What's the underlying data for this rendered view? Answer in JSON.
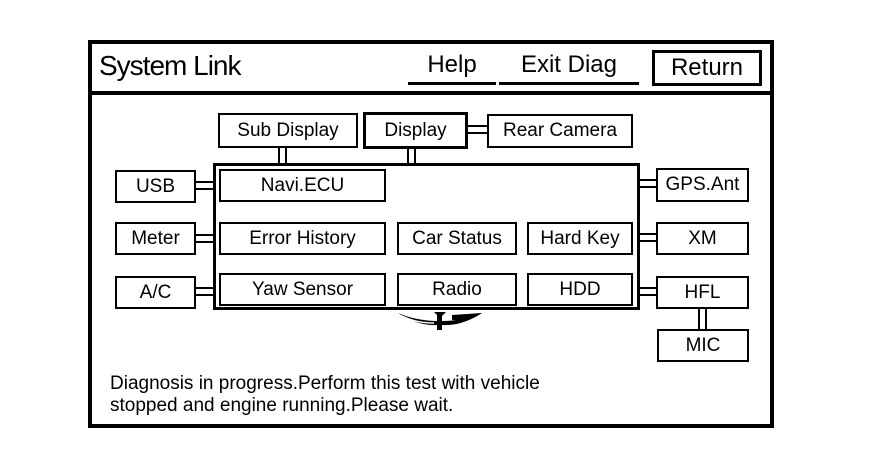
{
  "header": {
    "title": "System Link",
    "help_label": "Help",
    "exit_diag_label": "Exit Diag",
    "return_label": "Return"
  },
  "top_row": [
    {
      "label": "Sub Display"
    },
    {
      "label": "Display"
    },
    {
      "label": "Rear Camera"
    }
  ],
  "left_column": [
    {
      "label": "USB"
    },
    {
      "label": "Meter"
    },
    {
      "label": "A/C"
    }
  ],
  "center_nodes": [
    {
      "label": "Navi.ECU"
    },
    {
      "label": "Error History"
    },
    {
      "label": "Car Status"
    },
    {
      "label": "Hard Key"
    },
    {
      "label": "Yaw Sensor"
    },
    {
      "label": "Radio"
    },
    {
      "label": "HDD"
    }
  ],
  "right_column": [
    {
      "label": "GPS.Ant"
    },
    {
      "label": "XM"
    },
    {
      "label": "HFL"
    },
    {
      "label": "MIC"
    }
  ],
  "status": {
    "line1": "Diagnosis in progress.Perform this test with vehicle",
    "line2": "stopped and engine running.Please wait."
  },
  "icons": {
    "busy_cursor": "hourglass-busy-icon"
  },
  "colors": {
    "foreground": "#000000",
    "background": "#ffffff"
  }
}
